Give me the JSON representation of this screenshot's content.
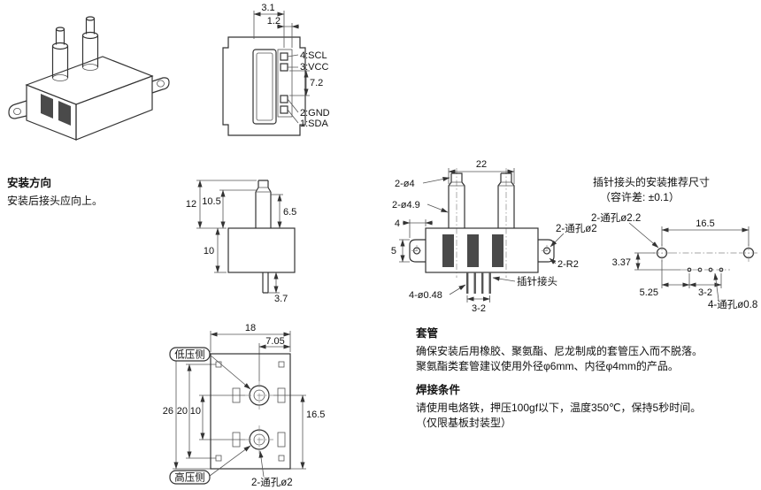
{
  "colors": {
    "line": "#333333",
    "text": "#111111",
    "slot_fill": "#4a4a4a",
    "bg": "#ffffff"
  },
  "install_note": {
    "title": "安装方向",
    "body": "安装后接头应向上。"
  },
  "pin_view": {
    "dim_a": "3.1",
    "dim_b": "1.2",
    "pin4": "4:SCL",
    "pin3": "3:VCC",
    "pin2": "2:GND",
    "pin1": "1:SDA",
    "dim_pitch": "7.2"
  },
  "side_view": {
    "dim_total_h": "12",
    "dim_port_h": "10.5",
    "dim_neck": "6.5",
    "dim_body_h": "10",
    "dim_pin_len": "3.7"
  },
  "front_view": {
    "dim_width": "22",
    "port_tip": "2-ø4",
    "port_base": "2-ø4.9",
    "dim_ear_w": "4",
    "dim_ear_h": "5",
    "holes": "2-通孔ø2",
    "fillet": "2-R2",
    "pin_header": "插针接头",
    "pin_dia": "4-ø0.48",
    "pin_pitch": "3-2"
  },
  "mount_view": {
    "title": "插针接头的安装推荐尺寸",
    "tolerance": "（容许差: ±0.1）",
    "holes_big": "2-通孔ø2.2",
    "dim_span": "16.5",
    "dim_offset": "3.37",
    "dim_inset": "5.25",
    "dim_pitch": "3-2",
    "holes_small": "4-通孔ø0.8"
  },
  "bottom_view": {
    "dim_width": "18",
    "dim_port_x": "7.05",
    "low_side": "低压侧",
    "high_side": "高压侧",
    "dim_height": "26",
    "dim_inner": "20",
    "dim_ports": "10",
    "dim_port_y": "16.5",
    "holes": "2-通孔ø2"
  },
  "sleeve_note": {
    "title": "套管",
    "line1": "确保安装后用橡胶、聚氨酯、尼龙制成的套管压入而不脱落。",
    "line2": "聚氨酯类套管建议使用外径φ6mm、内径φ4mm的产品。"
  },
  "solder_note": {
    "title": "焊接条件",
    "line1": "请使用电烙铁，押压100gf以下，温度350℃，保持5秒时间。",
    "line2": "（仅限基板封装型）"
  }
}
